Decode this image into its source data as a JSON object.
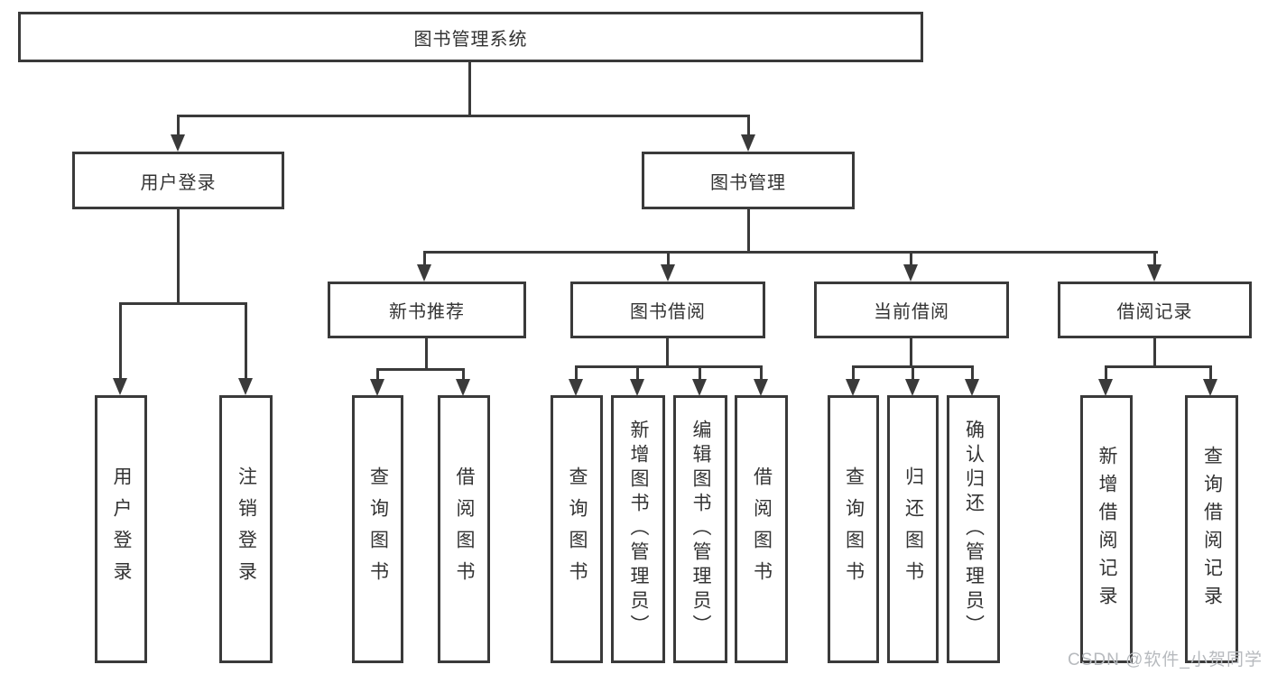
{
  "diagram": {
    "title": "图书管理系统",
    "level2": {
      "user_login": "用户登录",
      "book_mgmt": "图书管理"
    },
    "level3": {
      "new_book": "新书推荐",
      "book_borrow": "图书借阅",
      "current_borrow": "当前借阅",
      "borrow_record": "借阅记录"
    },
    "leaves": {
      "user_login": "用户登录",
      "logout": "注销登录",
      "nb_query": "查询图书",
      "nb_borrow": "借阅图书",
      "bb_query": "查询图书",
      "bb_add": "新增图书（管理员）",
      "bb_edit": "编辑图书（管理员）",
      "bb_borrow": "借阅图书",
      "cb_query": "查询图书",
      "cb_return": "归还图书",
      "cb_confirm": "确认归还（管理员）",
      "br_add": "新增借阅记录",
      "br_query": "查询借阅记录"
    }
  },
  "watermark": "CSDN @软件_小贺同学",
  "colors": {
    "line": "#3a3a3a",
    "text": "#333333",
    "watermark": "#b7babe",
    "background": "#ffffff"
  }
}
